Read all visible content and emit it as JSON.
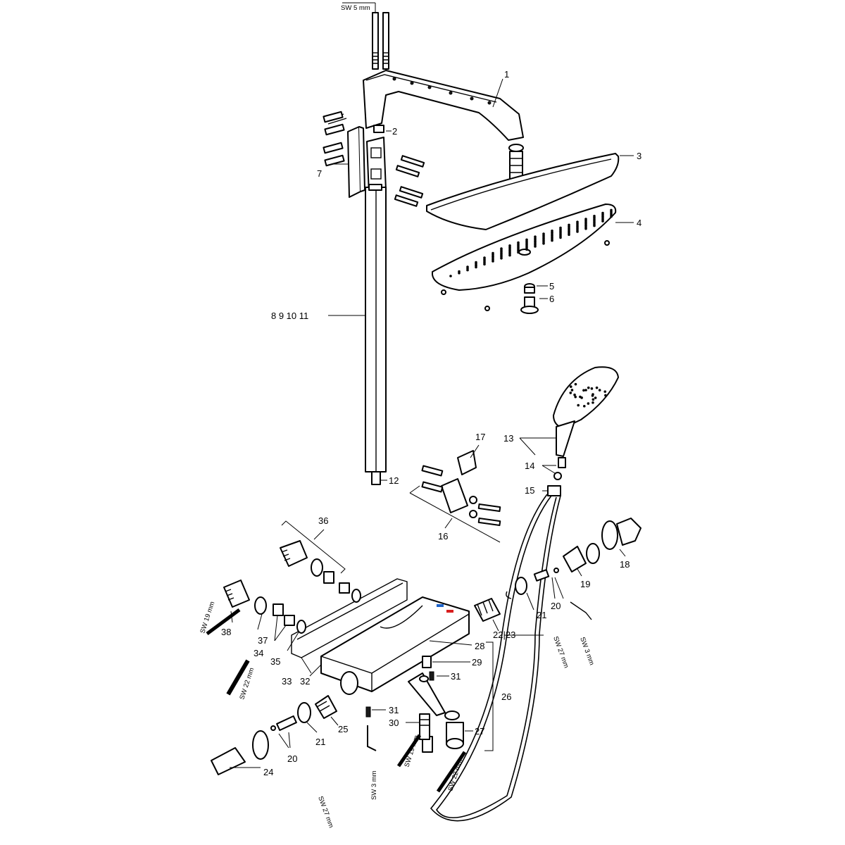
{
  "callouts": {
    "c1": "1",
    "c2": "2",
    "c3": "3",
    "c4": "4",
    "c5": "5",
    "c6": "6",
    "c7": "7",
    "c8_11": "8  9  10 11",
    "c12": "12",
    "c13": "13",
    "c14": "14",
    "c15": "15",
    "c16": "16",
    "c17": "17",
    "c18": "18",
    "c19": "19",
    "c20a": "20",
    "c20b": "20",
    "c21a": "21",
    "c21b": "21",
    "c2223": "22|23",
    "c24": "24",
    "c25": "25",
    "c26": "26",
    "c27": "27",
    "c28": "28",
    "c29": "29",
    "c30": "30",
    "c31a": "31",
    "c31b": "31",
    "c32": "32",
    "c33": "33",
    "c34": "34",
    "c35": "35",
    "c36": "36",
    "c37": "37",
    "c38": "38"
  },
  "tool_labels": {
    "sw5": "SW 5 mm",
    "sw19a": "SW 19 mm",
    "sw22a": "SW 22 mm",
    "sw27a": "SW 27 mm",
    "sw3a": "SW 3 mm",
    "sw27b": "SW 27 mm",
    "sw3b": "SW 3 mm",
    "sw19b": "SW 19 mm",
    "sw22b": "SW 22 mm"
  },
  "icons": {
    "cold": "#1e63c9",
    "hot": "#d81e1e"
  }
}
